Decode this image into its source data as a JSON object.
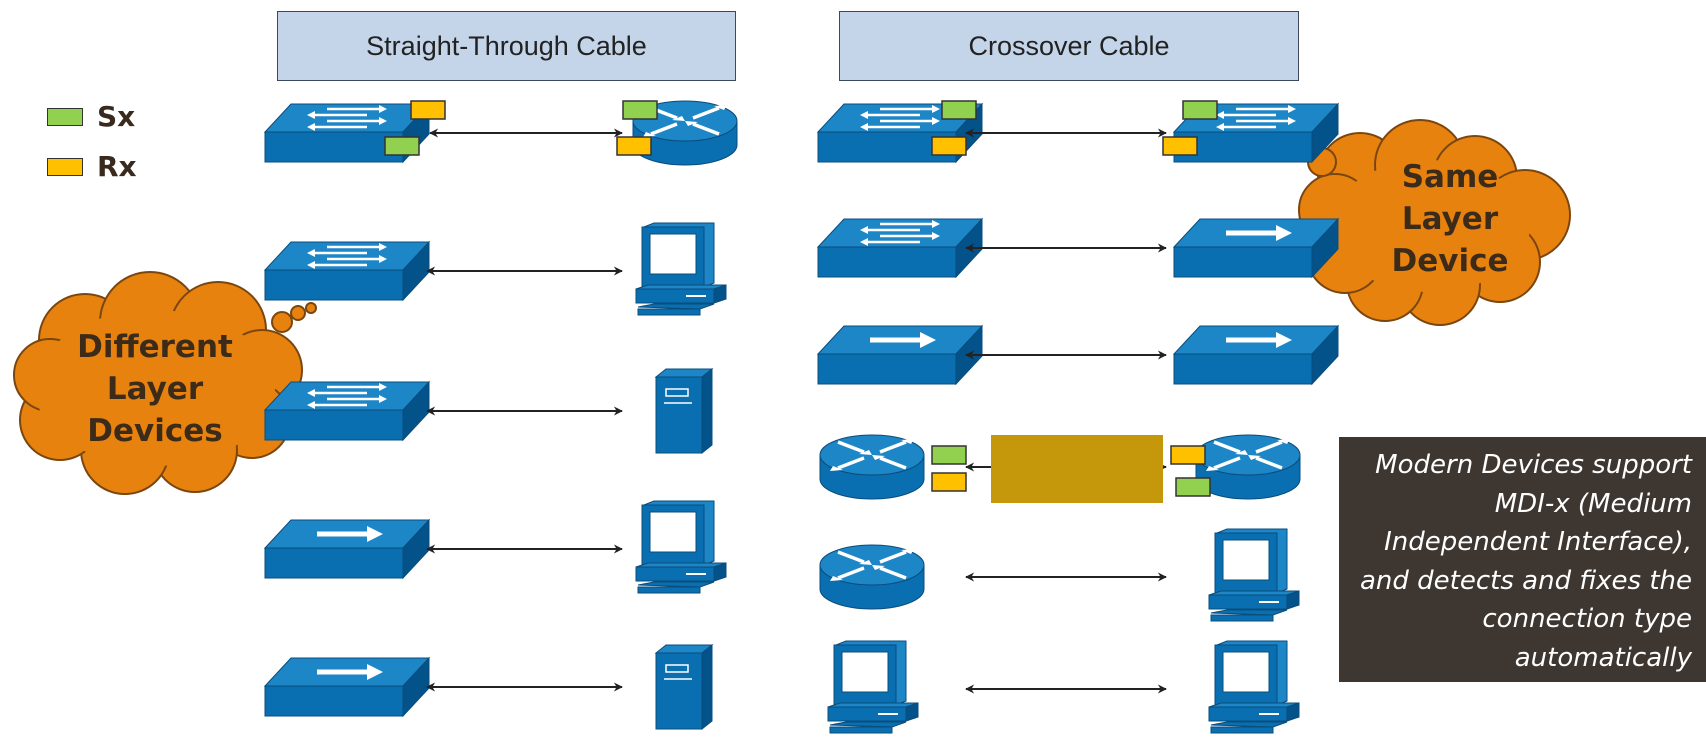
{
  "headers": {
    "straight": "Straight-Through Cable",
    "crossover": "Crossover Cable"
  },
  "legend": [
    {
      "label": "Sx",
      "color": "#92d050"
    },
    {
      "label": "Rx",
      "color": "#ffc000"
    }
  ],
  "callouts": {
    "different": "Different Layer Devices",
    "same": "Same Layer Device"
  },
  "note": "Modern Devices support MDI-x (Medium Independent Interface), and detects and fixes the connection type automatically",
  "colors": {
    "device": "#0a6fb1",
    "device_top": "#1d86c7",
    "device_side": "#04528a",
    "cloud": "#e8820f",
    "header_bg": "#c4d5e9",
    "highlight_box": "#c5980c",
    "note_bg": "#3e3630"
  },
  "straight_rows": [
    {
      "left": "layer2-switch",
      "right": "router",
      "ports": true
    },
    {
      "left": "layer2-switch",
      "right": "pc"
    },
    {
      "left": "layer2-switch",
      "right": "server"
    },
    {
      "left": "hub",
      "right": "pc"
    },
    {
      "left": "hub",
      "right": "server"
    }
  ],
  "crossover_rows": [
    {
      "left": "layer2-switch",
      "right": "layer2-switch",
      "ports": true
    },
    {
      "left": "layer2-switch",
      "right": "hub"
    },
    {
      "left": "hub",
      "right": "hub"
    },
    {
      "left": "router",
      "right": "router",
      "ports": true
    },
    {
      "left": "router",
      "right": "pc"
    },
    {
      "left": "pc",
      "right": "pc"
    }
  ]
}
